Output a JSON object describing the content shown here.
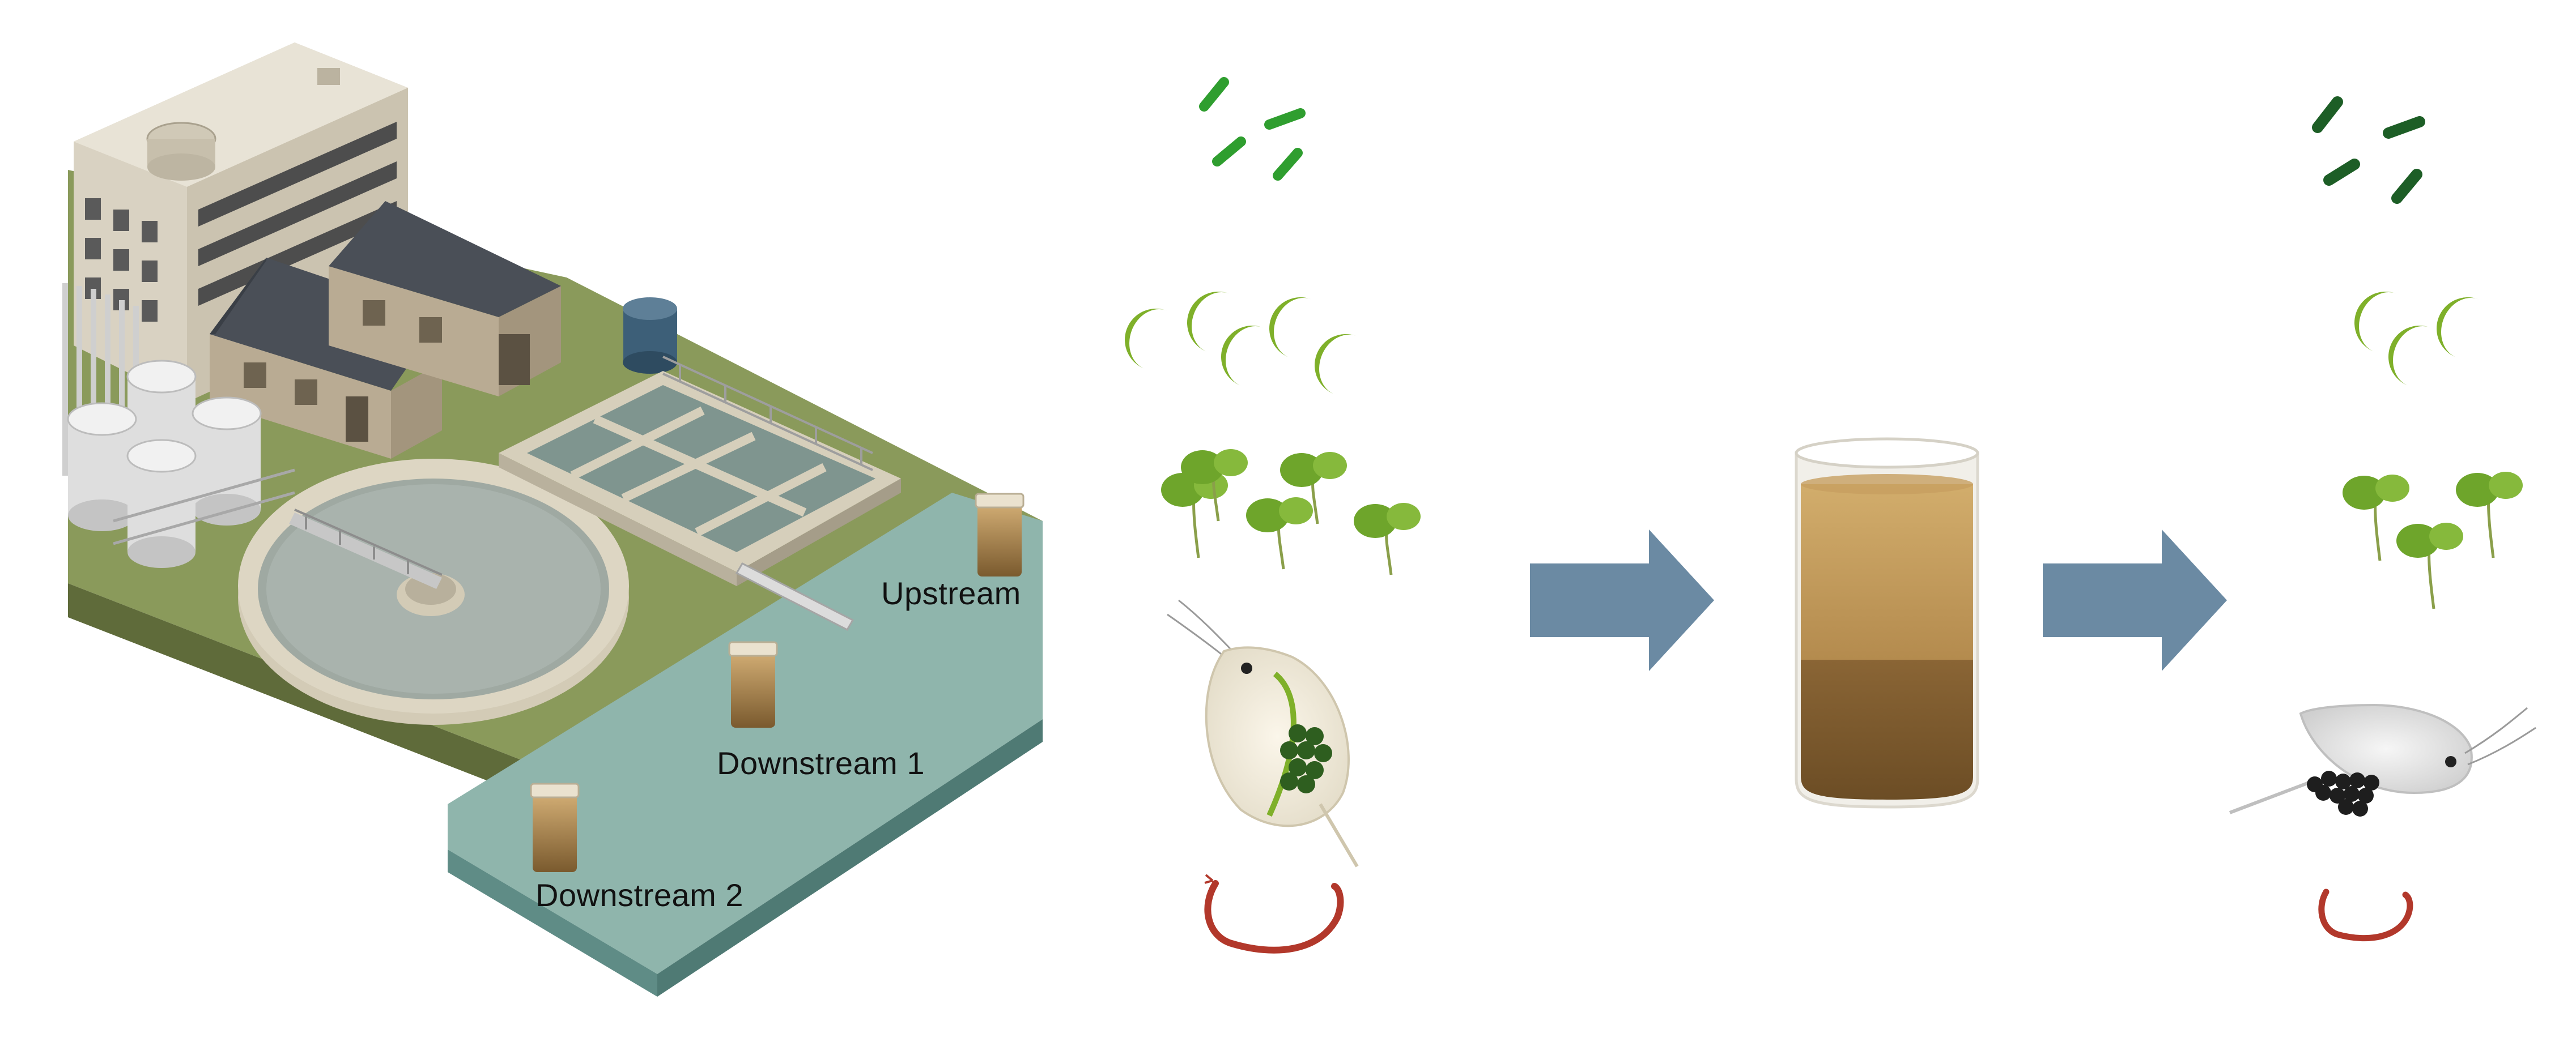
{
  "sampling_sites": {
    "upstream_label": "Upstream",
    "downstream1_label": "Downstream 1",
    "downstream2_label": "Downstream 2"
  },
  "colors": {
    "ground": "#8a9a5b",
    "ground_side": "#5f6b3a",
    "river": "#8fb5ac",
    "river_side": "#5f8c86",
    "arrow": "#6b8aa3",
    "bacteria_before": "#2f9e2f",
    "bacteria_after": "#1d5e26",
    "algae": "#7fb02a",
    "duckweed": "#6ea52b",
    "sediment": "#7a5a2e",
    "water_column": "#c59e5e",
    "worm": "#b2382b"
  },
  "organism_icons": {
    "bacteria": "rod-bacteria-icon",
    "algae": "crescent-algae-icon",
    "plant": "duckweed-icon",
    "crustacean": "daphnia-icon",
    "worm": "tubifex-worm-icon"
  },
  "counts": {
    "before": {
      "bacteria": 4,
      "algae": 5,
      "plants": 5
    },
    "after": {
      "bacteria": 4,
      "algae": 3,
      "plants": 3
    }
  }
}
